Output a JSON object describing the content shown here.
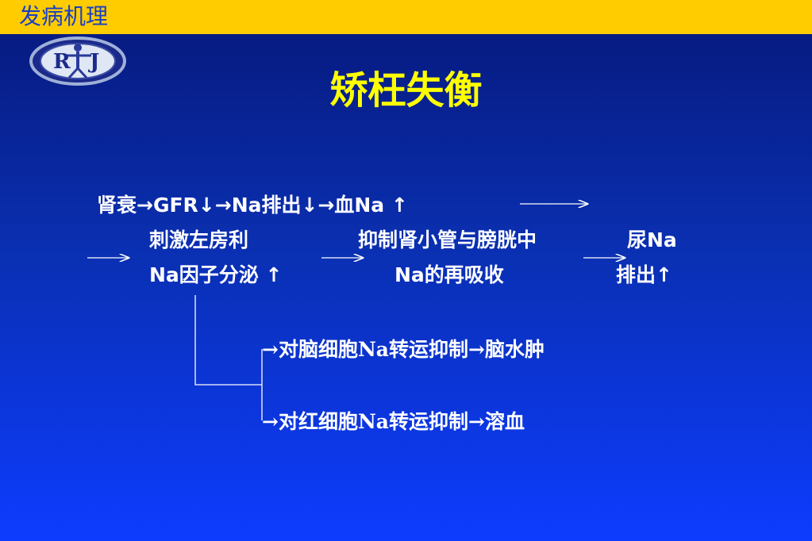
{
  "header": {
    "section": "发病机理"
  },
  "title": "矫枉失衡",
  "flow": {
    "row1": "肾衰→GFR↓→Na排出↓→血Na ↑",
    "step1_line1": "刺激左房利",
    "step1_line2": "Na因子分泌 ↑",
    "step2_line1": "抑制肾小管与膀胱中",
    "step2_line2": "Na的再吸收",
    "step3_line1": "尿Na",
    "step3_line2": "排出↑"
  },
  "branches": {
    "brain": "→对脑细胞Na转运抑制→脑水肿",
    "rbc": "→对红细胞Na转运抑制→溶血"
  },
  "colors": {
    "header_bar": "#ffcc00",
    "title": "#ffff00",
    "text": "#ffffff"
  }
}
